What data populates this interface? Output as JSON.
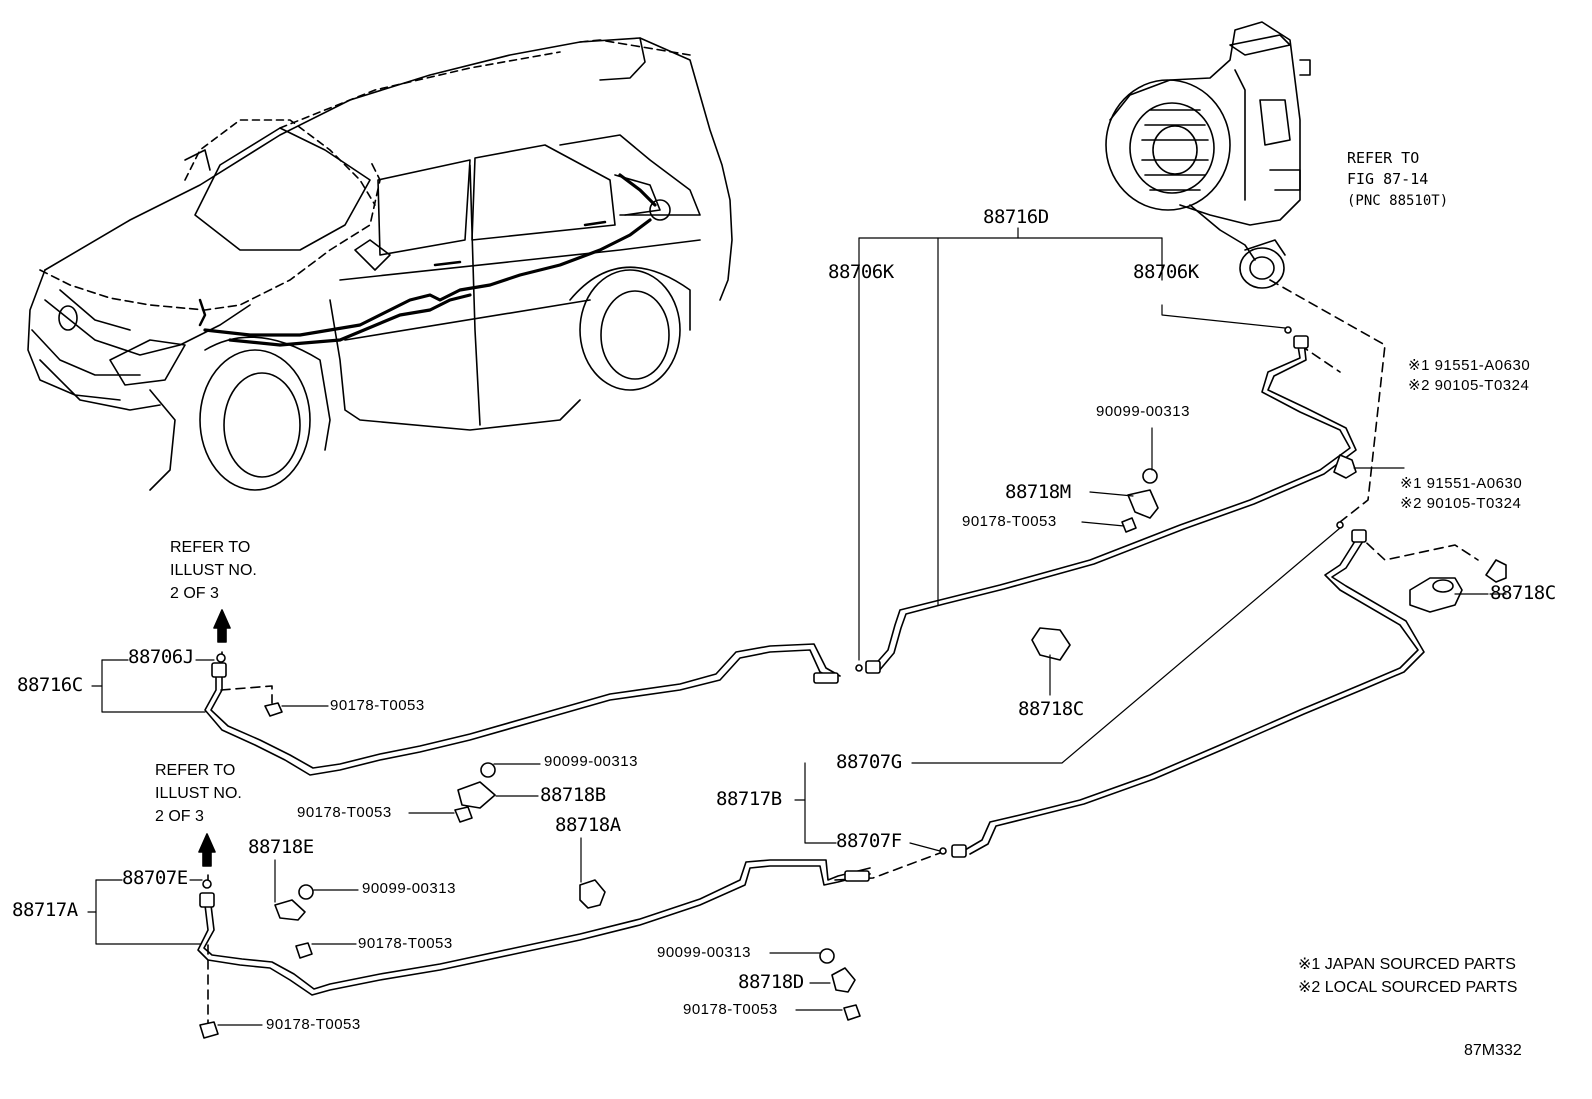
{
  "diagram_code": "87M332",
  "notes": {
    "note1": "※1 JAPAN SOURCED PARTS",
    "note2": "※2 LOCAL SOURCED PARTS"
  },
  "refer_upper": {
    "line1": "REFER TO",
    "line2": "ILLUST NO.",
    "line3": "2 OF 3"
  },
  "refer_lower": {
    "line1": "REFER TO",
    "line2": "ILLUST NO.",
    "line3": "2 OF 3"
  },
  "refer_fig": {
    "line1": "REFER TO",
    "line2": "FIG 87-14",
    "line3": "(PNC 88510T)"
  },
  "labels": {
    "p88716D": "88716D",
    "p88706K_left": "88706K",
    "p88706K_right": "88706K",
    "bolt_top_1": "※1 91551-A0630",
    "bolt_top_2": "※2 90105-T0324",
    "bolt_mid_1": "※1 91551-A0630",
    "bolt_mid_2": "※2 90105-T0324",
    "p90099_top": "90099-00313",
    "p88718M": "88718M",
    "p90178_M": "90178-T0053",
    "p88718C_right": "88718C",
    "p88718C_center": "88718C",
    "p88716C": "88716C",
    "p88706J": "88706J",
    "p90178_C": "90178-T0053",
    "p90099_B": "90099-00313",
    "p88718B": "88718B",
    "p90178_B": "90178-T0053",
    "p88718A": "88718A",
    "p88707G": "88707G",
    "p88717B": "88717B",
    "p88707F": "88707F",
    "p88718E": "88718E",
    "p88707E": "88707E",
    "p88717A": "88717A",
    "p90099_E": "90099-00313",
    "p90178_E": "90178-T0053",
    "p90178_A": "90178-T0053",
    "p90099_D": "90099-00313",
    "p88718D": "88718D",
    "p90178_D": "90178-T0053"
  }
}
